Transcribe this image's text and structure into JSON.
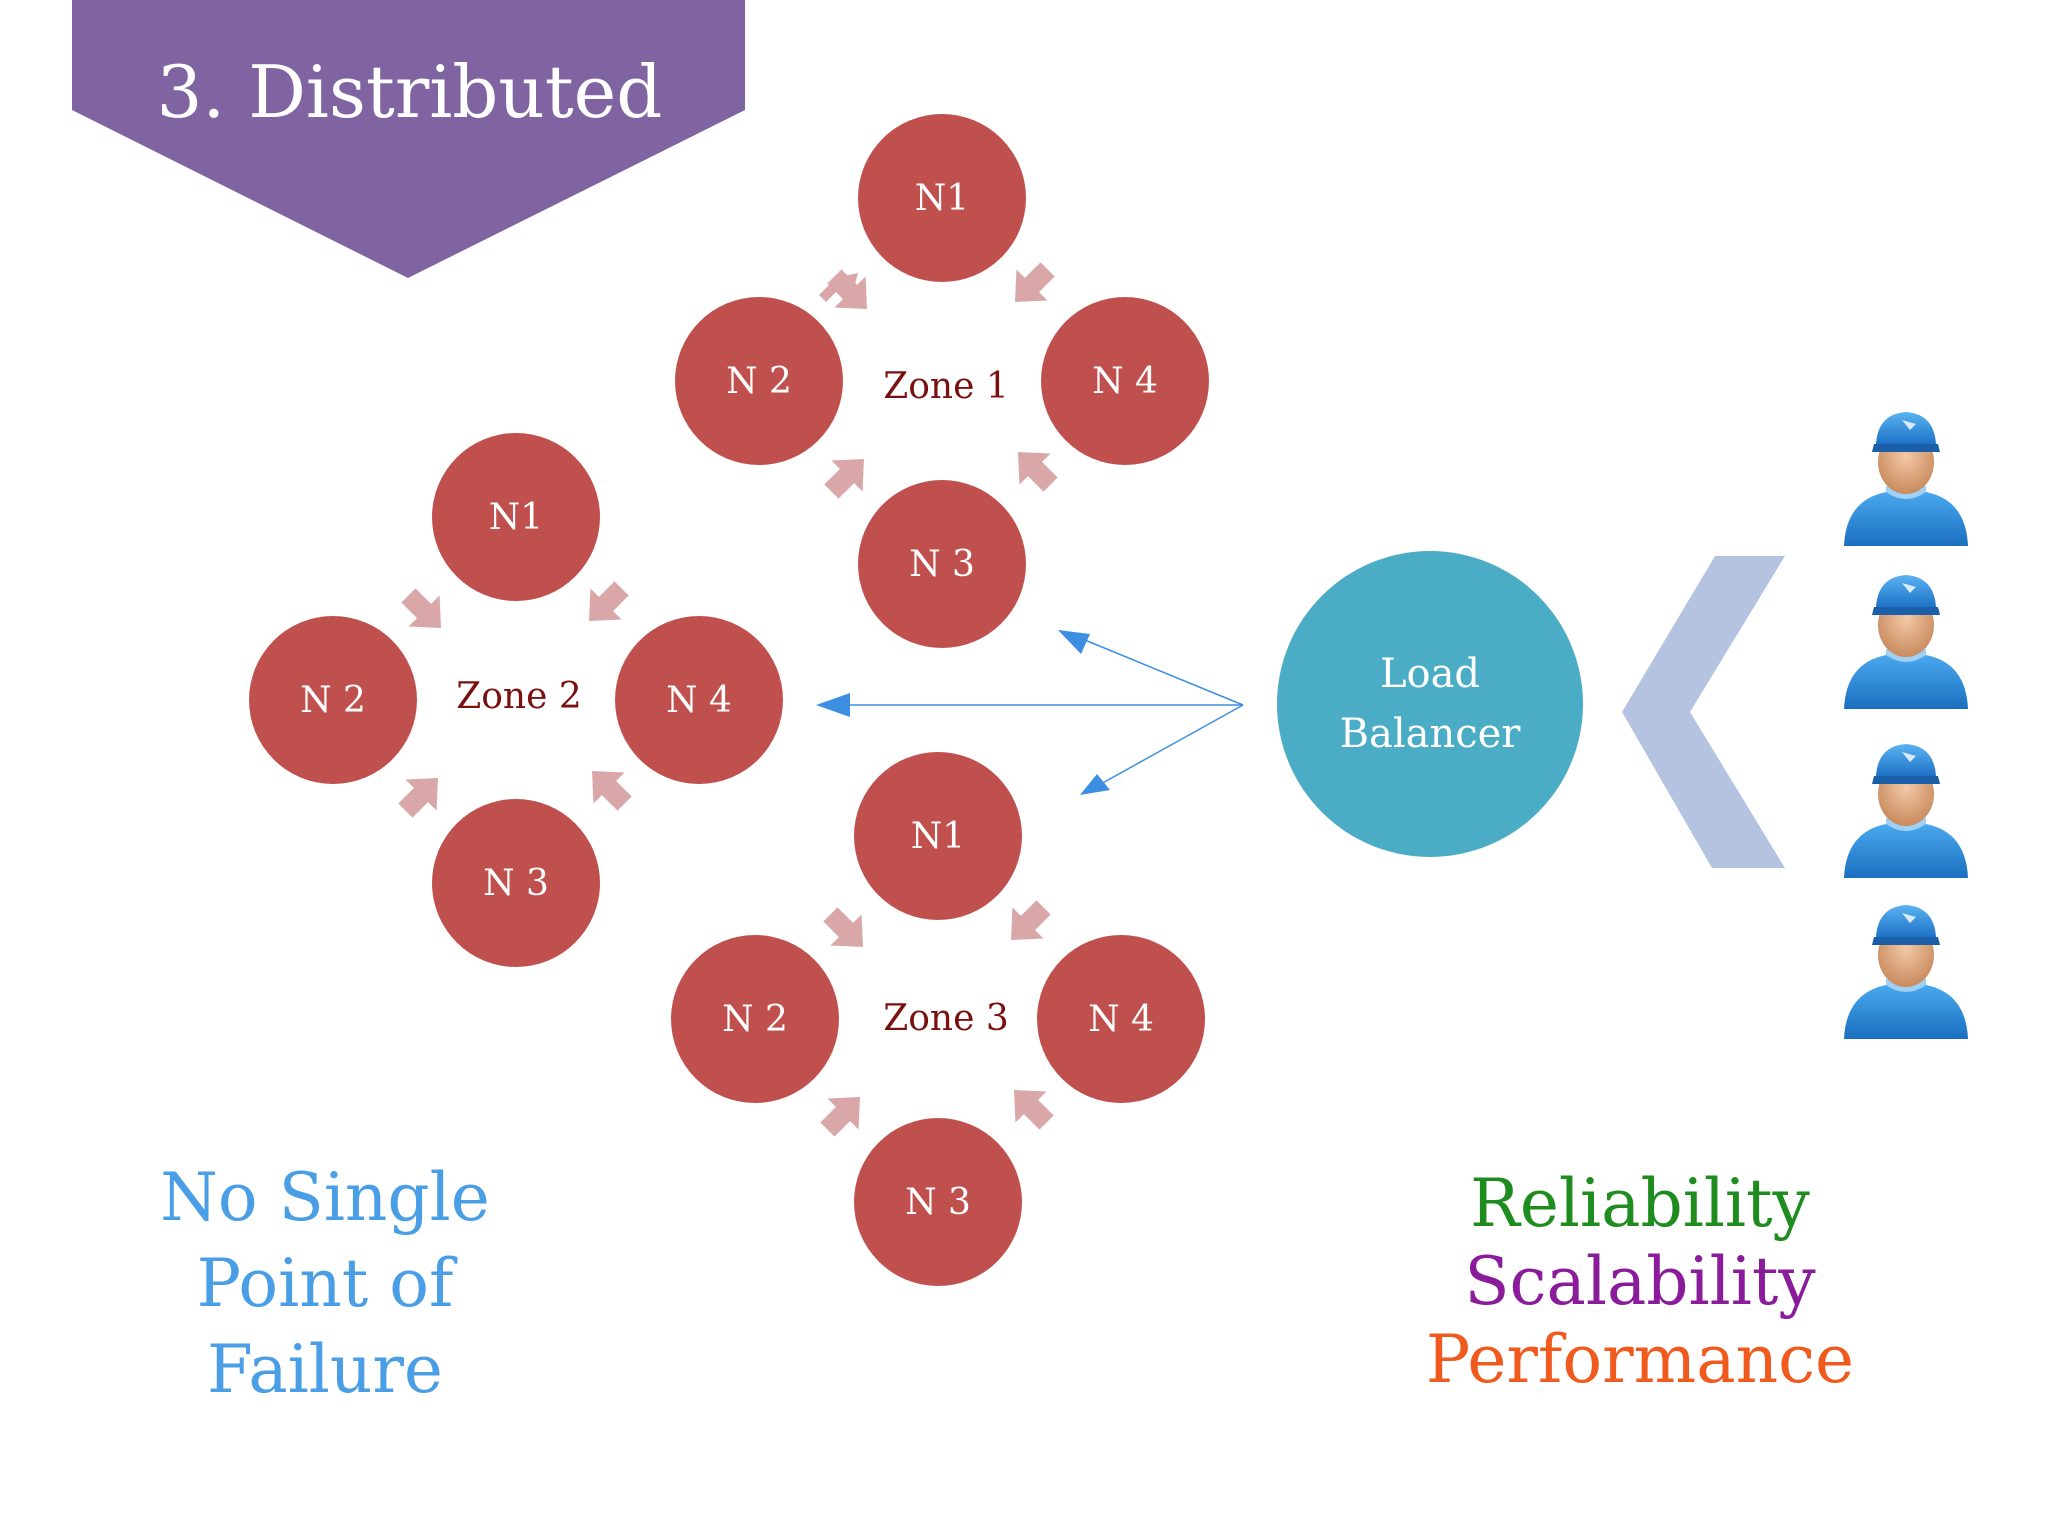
{
  "title": "3. Distributed",
  "colors": {
    "banner": "#8064a2",
    "node": "#c0504d",
    "ring_arrow": "#d9a7a7",
    "zone_label": "#7a1010",
    "load_balancer": "#4bacc6",
    "connector": "#3b8ee0",
    "chevron": "#b4c3e0",
    "user_shirt": "#2d8ad8",
    "benefit_left": "#4a9ee6",
    "reliability": "#1e8c1e",
    "scalability": "#8a1c9c",
    "performance": "#f05a1e"
  },
  "zones": [
    {
      "label": "Zone 1",
      "nodes": {
        "top": "N1",
        "left": "N 2",
        "right": "N 4",
        "bottom": "N 3"
      }
    },
    {
      "label": "Zone 2",
      "nodes": {
        "top": "N1",
        "left": "N 2",
        "right": "N 4",
        "bottom": "N 3"
      }
    },
    {
      "label": "Zone 3",
      "nodes": {
        "top": "N1",
        "left": "N 2",
        "right": "N 4",
        "bottom": "N 3"
      }
    }
  ],
  "load_balancer": {
    "line1": "Load",
    "line2": "Balancer"
  },
  "users": [
    {
      "icon": "user-icon"
    },
    {
      "icon": "user-icon"
    },
    {
      "icon": "user-icon"
    },
    {
      "icon": "user-icon"
    }
  ],
  "benefits_left": [
    "No Single",
    "Point of",
    "Failure"
  ],
  "benefits_right": [
    "Reliability",
    "Scalability",
    "Performance"
  ]
}
